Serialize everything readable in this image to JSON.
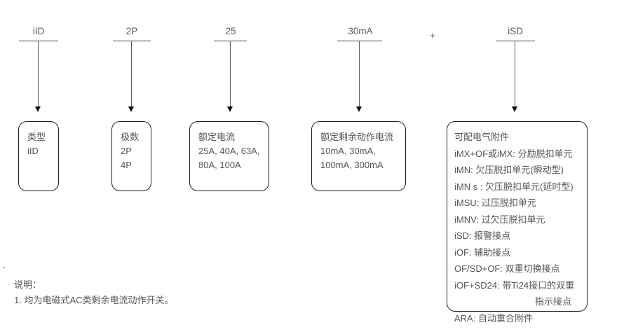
{
  "diagram": {
    "title_note": "Product designation breakdown for iID residual current circuit breaker",
    "plus_symbol": "+",
    "columns": [
      {
        "code": "iID",
        "box": {
          "lines": [
            "类型",
            "iID"
          ]
        }
      },
      {
        "code": "2P",
        "box": {
          "lines": [
            "极数",
            "2P",
            "4P"
          ]
        }
      },
      {
        "code": "25",
        "box": {
          "lines": [
            "额定电流",
            "25A, 40A, 63A,",
            "80A, 100A"
          ]
        }
      },
      {
        "code": "30mA",
        "box": {
          "lines": [
            "额定剩余动作电流",
            "10mA, 30mA,",
            "100mA, 300mA"
          ]
        }
      },
      {
        "code": "iSD",
        "box": {
          "lines": [
            "可配电气附件",
            "iMX+OF或iMX: 分励脱扣单元",
            "iMN: 欠压脱扣单元(瞬动型)",
            "iMN s : 欠压脱扣单元(延时型)",
            "iMSU: 过压脱扣单元",
            "iMNV: 过欠压脱扣单元",
            "iSD: 报警接点",
            "iOF: 辅助接点",
            "OF/SD+OF: 双重切换接点",
            "iOF+SD24: 带Ti24接口的双重",
            "指示接点",
            "ARA: 自动重合附件"
          ]
        }
      }
    ]
  },
  "footnote": {
    "heading": "说明：",
    "items": [
      "1. 均为电磁式AC类剩余电流动作开关。"
    ]
  },
  "colors": {
    "text": "#555555",
    "label_text": "#5a5a5a",
    "box_border": "#222222",
    "rule": "#3c3c3c",
    "connector": "#5a5a5a",
    "arrow": "#111111",
    "background": "#ffffff"
  }
}
